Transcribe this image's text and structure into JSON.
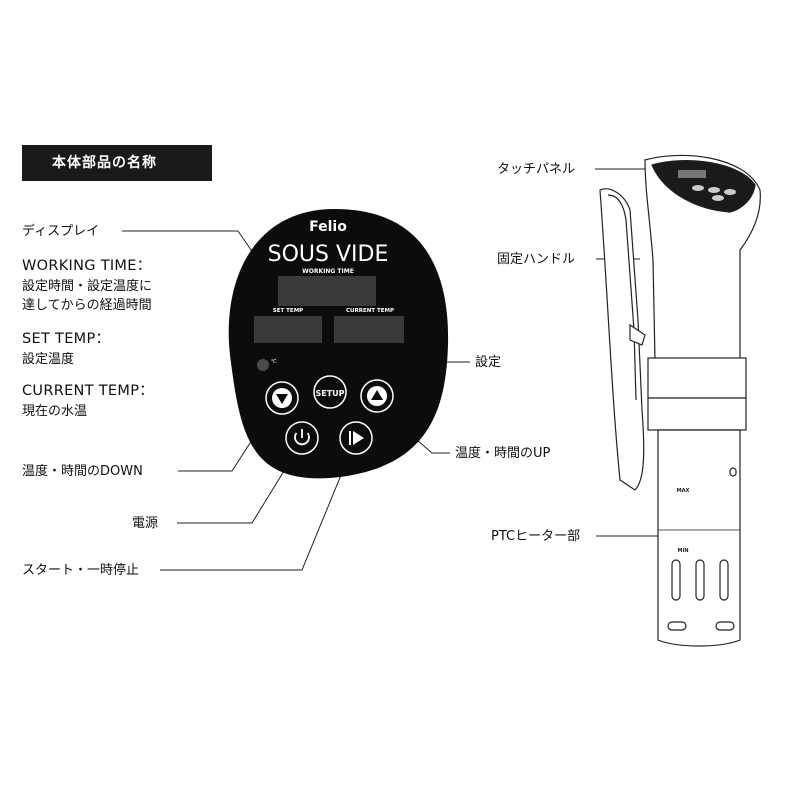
{
  "header": {
    "title": "本体部品の名称"
  },
  "left_labels": {
    "display": "ディスプレイ",
    "working_time": "WORKING TIME：",
    "working_time_desc_1": "設定時間・設定温度に",
    "working_time_desc_2": "達してからの経過時間",
    "set_temp": "SET TEMP：",
    "set_temp_desc": "設定温度",
    "current_temp": "CURRENT TEMP：",
    "current_temp_desc": "現在の水温",
    "down": "温度・時間のDOWN",
    "power": "電源",
    "start_pause": "スタート・一時停止"
  },
  "right_labels": {
    "setup": "設定",
    "up": "温度・時間のUP"
  },
  "panel": {
    "brand": "Felio",
    "product": "SOUS VIDE",
    "working_time_label": "WORKING TIME",
    "set_temp_label": "SET TEMP",
    "current_temp_label": "CURRENT TEMP",
    "unit": "℃",
    "setup_button": "SETUP"
  },
  "device_labels": {
    "touch_panel": "タッチパネル",
    "handle": "固定ハンドル",
    "heater": "PTCヒーター部",
    "max_mark": "MAX",
    "min_mark": "MIN"
  }
}
